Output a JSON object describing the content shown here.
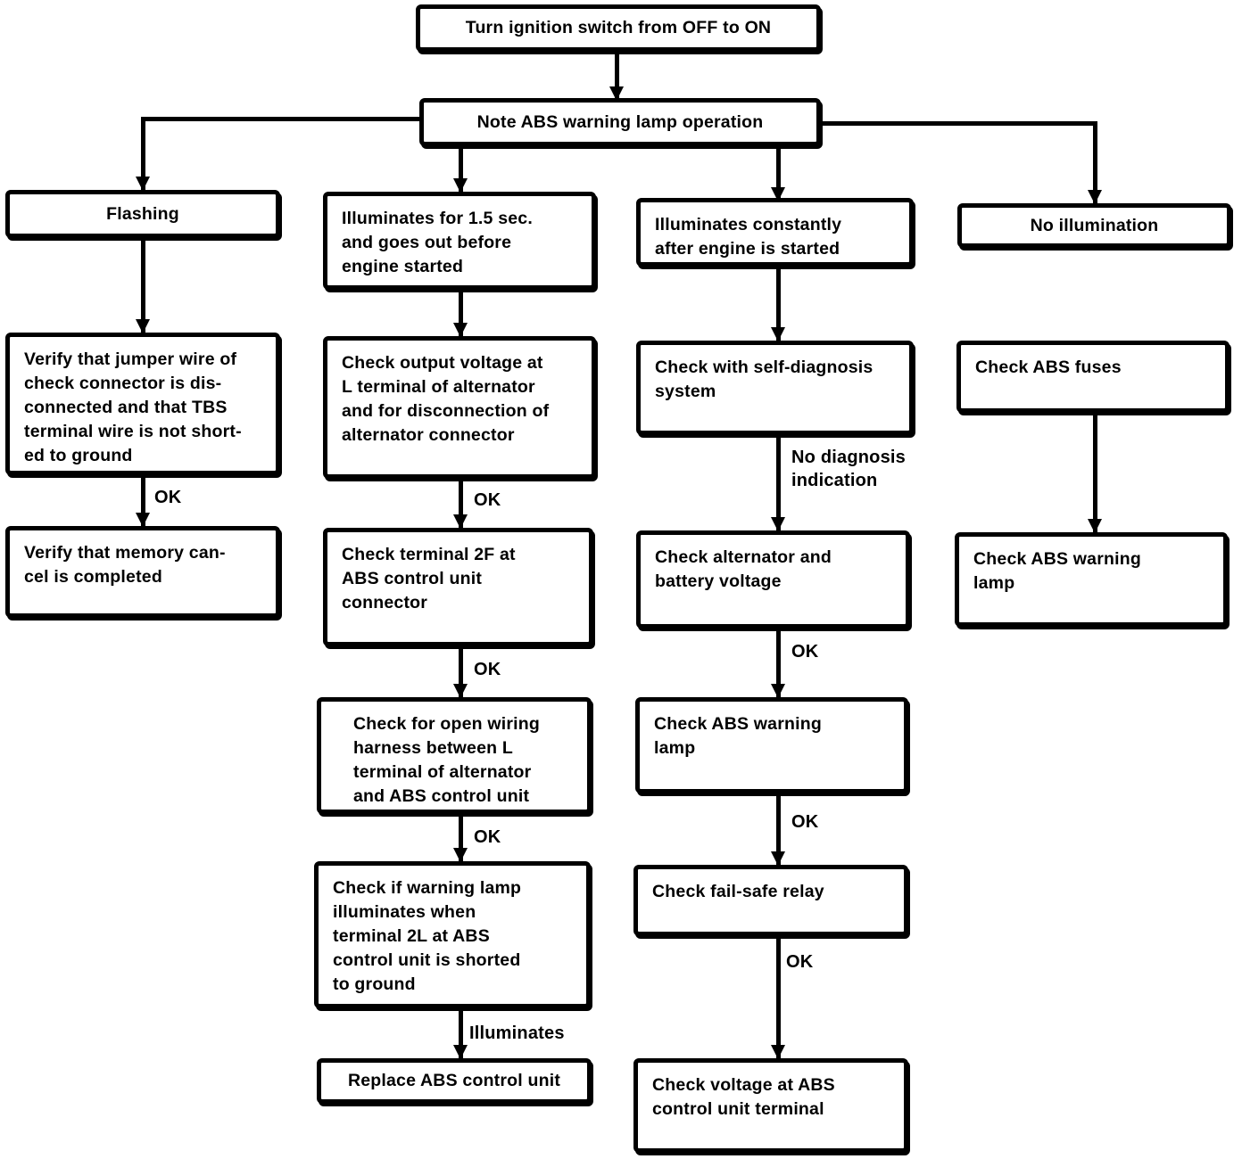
{
  "diagram": {
    "type": "flowchart",
    "colors": {
      "ink": "#000000",
      "paper": "#ffffff"
    }
  },
  "nodes": {
    "start": "Turn ignition switch from OFF to ON",
    "note_lamp_operation": "Note ABS warning lamp operation",
    "flashing": "Flashing",
    "illuminates_1_5_sec": "Illuminates for 1.5 sec.\nand goes out before\nengine started",
    "illuminates_constantly": "Illuminates constantly\nafter engine is started",
    "no_illumination": "No illumination",
    "verify_jumper_wire": "Verify that jumper wire of\ncheck connector is dis-\nconnected and that TBS\nterminal wire is not short-\ned to ground",
    "verify_memory_cancel": "Verify that memory can-\ncel is completed",
    "check_output_voltage": "Check output voltage at\nL terminal of alternator\nand for disconnection of\nalternator connector",
    "check_terminal_2f": "Check terminal 2F at\nABS control unit\nconnector",
    "check_open_wiring": "Check for open wiring\nharness between L\nterminal of alternator\nand ABS control unit",
    "check_warning_lamp_2l": "Check if warning lamp\nilluminates when\nterminal 2L at ABS\ncontrol unit is shorted\nto ground",
    "replace_abs_control_unit": "Replace ABS control unit",
    "check_self_diagnosis": "Check with self-diagnosis\nsystem",
    "check_alternator_battery": "Check alternator and\nbattery voltage",
    "check_abs_warning_lamp_3": "Check ABS warning\nlamp",
    "check_fail_safe_relay": "Check fail-safe relay",
    "check_voltage_abs_terminal": "Check voltage at ABS\ncontrol unit terminal",
    "check_abs_fuses": "Check ABS fuses",
    "check_abs_warning_lamp_4": "Check ABS warning\nlamp"
  },
  "edges": [
    {
      "from": "start",
      "to": "note_lamp_operation",
      "label": ""
    },
    {
      "from": "note_lamp_operation",
      "to": "flashing",
      "label": ""
    },
    {
      "from": "note_lamp_operation",
      "to": "illuminates_1_5_sec",
      "label": ""
    },
    {
      "from": "note_lamp_operation",
      "to": "illuminates_constantly",
      "label": ""
    },
    {
      "from": "note_lamp_operation",
      "to": "no_illumination",
      "label": ""
    },
    {
      "from": "flashing",
      "to": "verify_jumper_wire",
      "label": ""
    },
    {
      "from": "verify_jumper_wire",
      "to": "verify_memory_cancel",
      "label": "OK"
    },
    {
      "from": "illuminates_1_5_sec",
      "to": "check_output_voltage",
      "label": ""
    },
    {
      "from": "check_output_voltage",
      "to": "check_terminal_2f",
      "label": "OK"
    },
    {
      "from": "check_terminal_2f",
      "to": "check_open_wiring",
      "label": "OK"
    },
    {
      "from": "check_open_wiring",
      "to": "check_warning_lamp_2l",
      "label": "OK"
    },
    {
      "from": "check_warning_lamp_2l",
      "to": "replace_abs_control_unit",
      "label": "Illuminates"
    },
    {
      "from": "illuminates_constantly",
      "to": "check_self_diagnosis",
      "label": ""
    },
    {
      "from": "check_self_diagnosis",
      "to": "check_alternator_battery",
      "label": "No diagnosis\nindication"
    },
    {
      "from": "check_alternator_battery",
      "to": "check_abs_warning_lamp_3",
      "label": "OK"
    },
    {
      "from": "check_abs_warning_lamp_3",
      "to": "check_fail_safe_relay",
      "label": "OK"
    },
    {
      "from": "check_fail_safe_relay",
      "to": "check_voltage_abs_terminal",
      "label": "OK"
    },
    {
      "from": "no_illumination",
      "to": "check_abs_fuses",
      "label": ""
    },
    {
      "from": "check_abs_fuses",
      "to": "check_abs_warning_lamp_4",
      "label": ""
    }
  ]
}
